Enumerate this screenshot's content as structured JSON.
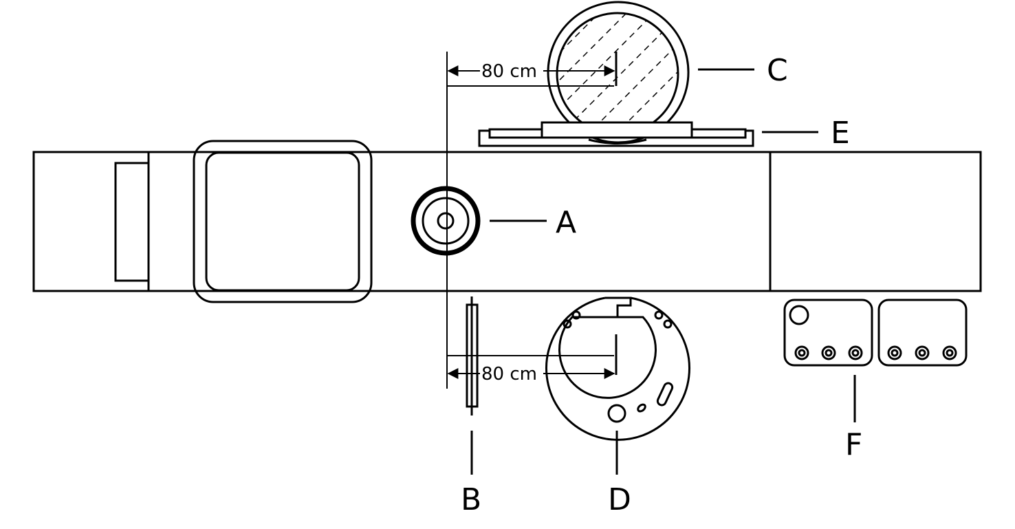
{
  "labels": {
    "a": "A",
    "b": "B",
    "c": "C",
    "d": "D",
    "e": "E",
    "f": "F"
  },
  "dimensions": {
    "top": "80 cm",
    "bottom": "80 cm"
  }
}
